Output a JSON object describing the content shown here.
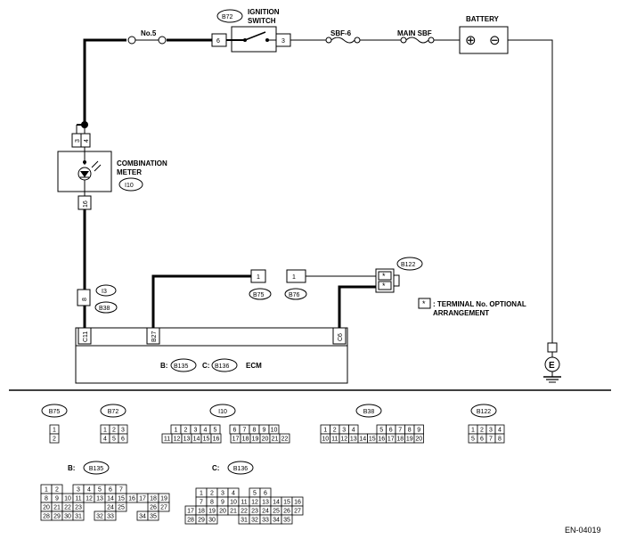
{
  "components": {
    "fuse_no5": "No.5",
    "ignition_switch": {
      "ref": "B72",
      "label_line1": "IGNITION",
      "label_line2": "SWITCH",
      "left_terminal": "6",
      "right_terminal": "3"
    },
    "sbf6": "SBF-6",
    "main_sbf": "MAIN SBF",
    "battery": {
      "label": "BATTERY",
      "plus": "⊕",
      "minus": "⊖"
    },
    "combination_meter": {
      "line1": "COMBINATION",
      "line2": "METER",
      "ref": "I10",
      "pin_top_a": "3",
      "pin_top_b": "4",
      "pin_bottom": "16"
    },
    "connector_i3": {
      "ref1": "I3",
      "ref2": "B38",
      "pin": "8"
    },
    "b75": {
      "ref": "B75",
      "pin": "1"
    },
    "b76": {
      "ref": "B76",
      "pin": "1"
    },
    "b122": {
      "ref": "B122",
      "star": "*"
    },
    "terminal_note": {
      "symbol": "*",
      "line1": ": TERMINAL No. OPTIONAL",
      "line2": "ARRANGEMENT"
    },
    "ecm": {
      "pin_c11": "C11",
      "pin_b27": "B27",
      "pin_c6": "C6",
      "b_prefix": "B:",
      "b_ref": "B135",
      "c_prefix": "C:",
      "c_ref": "B136",
      "label": "ECM"
    },
    "ground": "E"
  },
  "connectors": {
    "b75": {
      "ref": "B75",
      "rows": [
        [
          "1"
        ],
        [
          "2"
        ]
      ]
    },
    "b72": {
      "ref": "B72",
      "rows": [
        [
          "1",
          "2",
          "3"
        ],
        [
          "4",
          "5",
          "6"
        ]
      ]
    },
    "i10": {
      "ref": "I10",
      "row1": [
        "1",
        "2",
        "3",
        "4",
        "5",
        "",
        "6",
        "7",
        "8",
        "9",
        "10"
      ],
      "row2": [
        "11",
        "12",
        "13",
        "14",
        "15",
        "16",
        "",
        "17",
        "18",
        "19",
        "20",
        "21",
        "22"
      ]
    },
    "b38": {
      "ref": "B38",
      "row1": [
        "1",
        "2",
        "3",
        "4",
        "",
        "",
        "5",
        "6",
        "7",
        "8",
        "9"
      ],
      "row2": [
        "10",
        "11",
        "12",
        "13",
        "14",
        "15",
        "16",
        "17",
        "18",
        "19",
        "20"
      ]
    },
    "b122": {
      "ref": "B122",
      "row1": [
        "1",
        "2",
        "3",
        "4"
      ],
      "row2": [
        "5",
        "6",
        "7",
        "8"
      ]
    },
    "b135": {
      "prefix": "B:",
      "ref": "B135",
      "row1": [
        "1",
        "2",
        "",
        "3",
        "4",
        "5",
        "6",
        "7"
      ],
      "row2": [
        "8",
        "9",
        "10",
        "11",
        "12",
        "13",
        "14",
        "15",
        "16",
        "17",
        "18",
        "19"
      ],
      "row3": [
        "20",
        "21",
        "22",
        "23",
        "",
        "",
        "24",
        "25",
        "",
        "",
        "26",
        "27"
      ],
      "row4": [
        "28",
        "29",
        "30",
        "31",
        "",
        "32",
        "33",
        "",
        "",
        "34",
        "35"
      ]
    },
    "b136": {
      "prefix": "C:",
      "ref": "B136",
      "row1": [
        "1",
        "2",
        "3",
        "4",
        "",
        "5",
        "6"
      ],
      "row2": [
        "7",
        "8",
        "9",
        "10",
        "11",
        "12",
        "13",
        "14",
        "15",
        "16"
      ],
      "row3": [
        "17",
        "18",
        "19",
        "20",
        "21",
        "22",
        "23",
        "24",
        "25",
        "26",
        "27"
      ],
      "row4": [
        "28",
        "29",
        "30",
        "",
        "",
        "31",
        "32",
        "33",
        "34",
        "35"
      ]
    }
  },
  "footer_code": "EN-04019"
}
